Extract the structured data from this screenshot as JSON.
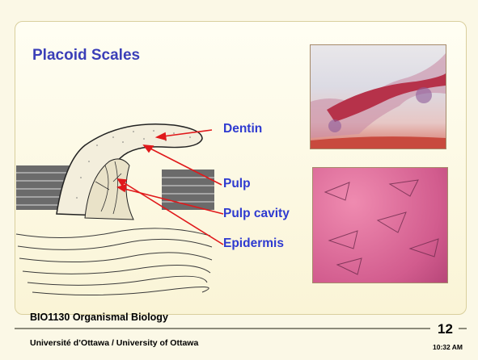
{
  "slide": {
    "title": "Placoid Scales",
    "labels": {
      "dentin": "Dentin",
      "pulp": "Pulp",
      "pulp_cavity": "Pulp cavity",
      "epidermis": "Epidermis"
    },
    "course": "BIO1130 Organismal Biology",
    "university": "Université d’Ottawa / University of Ottawa",
    "page_number": "12",
    "time": "10:32 AM"
  },
  "colors": {
    "title": "#3b3fb8",
    "label": "#2e3ad0",
    "arrow": "#e0191b",
    "background": "#fbf8e6"
  }
}
